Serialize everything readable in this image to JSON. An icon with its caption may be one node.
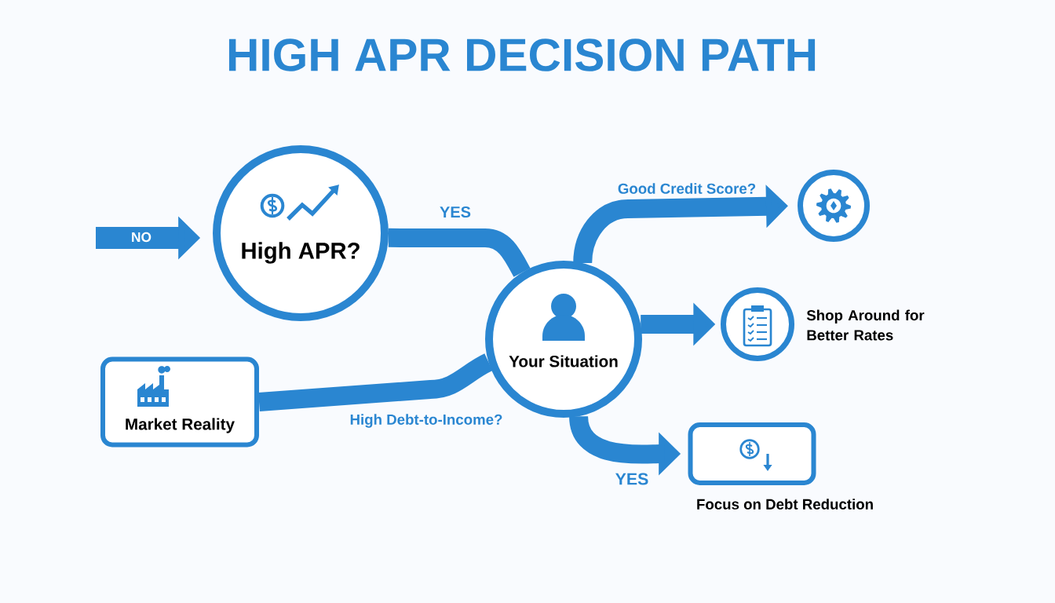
{
  "diagram": {
    "title": "HIGH APR DECISION PATH",
    "nodes": [
      {
        "text": [
          "High APR?"
        ]
      },
      {
        "text": [
          "Market Reality"
        ]
      },
      {
        "text": [
          "Your Situation"
        ]
      },
      {
        "text": [],
        "shape": "circle"
      },
      {
        "text": [],
        "shape": "circle",
        "beside": [
          "Shop Around for Better Rates"
        ]
      },
      {
        "text": [],
        "shape": "box",
        "beside": [
          "Focus on Debt Reduction"
        ]
      }
    ],
    "edges": [
      {
        "from": null,
        "to": 0,
        "arrow": "to",
        "label": "NO"
      },
      {
        "from": 0,
        "to": 2,
        "arrow": "none",
        "label": "YES"
      },
      {
        "from": 1,
        "to": 2,
        "arrow": "none",
        "label": "High Debt-to-Income?"
      },
      {
        "from": 2,
        "to": 3,
        "arrow": "to",
        "label": "Good Credit Score?"
      },
      {
        "from": 2,
        "to": 4,
        "arrow": "to"
      },
      {
        "from": 2,
        "to": 5,
        "arrow": "to",
        "label": "YES"
      }
    ]
  }
}
